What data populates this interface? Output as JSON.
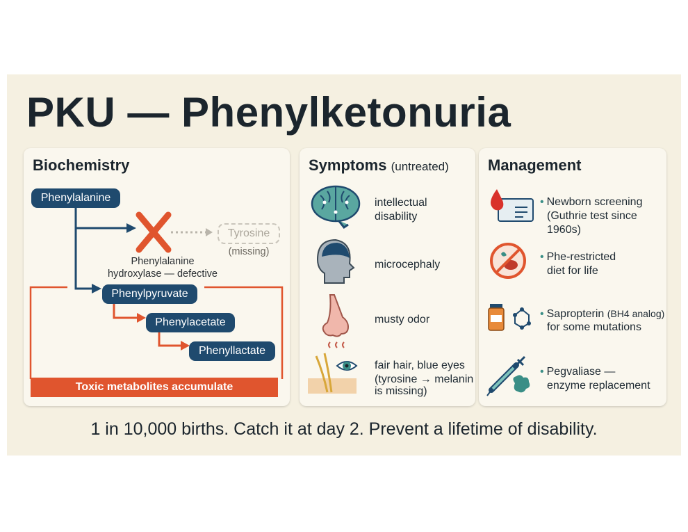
{
  "title": "PKU — Phenylketonuria",
  "biochemistry": {
    "heading": "Biochemistry",
    "phenylalanine": "Phenylalanine",
    "tyrosine": "Tyrosine",
    "missing": "(missing)",
    "enzyme_line1": "Phenylalanine",
    "enzyme_line2": "hydroxylase — defective",
    "phenylpyruvate": "Phenylpyruvate",
    "phenylacetate": "Phenylacetate",
    "phenyllactate": "Phenyllactate",
    "toxic": "Toxic metabolites accumulate"
  },
  "symptoms": {
    "heading": "Symptoms",
    "heading_sub": "(untreated)",
    "items": [
      {
        "icon": "brain-icon",
        "line1": "intellectual",
        "line2": "disability"
      },
      {
        "icon": "head-profile-icon",
        "line1": "microcephaly"
      },
      {
        "icon": "nose-icon",
        "line1": "musty odor"
      },
      {
        "icon": "eye-hair-icon",
        "line1": "fair hair, blue eyes",
        "line2": "(tyrosine → melanin",
        "line3": "is missing)"
      }
    ]
  },
  "management": {
    "heading": "Management",
    "items": [
      {
        "icon": "blood-drop-card-icon",
        "line1": "Newborn screening",
        "line2": "(Guthrie test since 1960s)"
      },
      {
        "icon": "no-protein-food-icon",
        "line1": "Phe-restricted",
        "line2": "diet for life"
      },
      {
        "icon": "medicine-molecule-icon",
        "line1": "Sapropterin",
        "line1_sub": "(BH4 analog)",
        "line2": "for some mutations"
      },
      {
        "icon": "syringe-enzyme-icon",
        "line1": "Pegvaliase —",
        "line2": "enzyme replacement"
      }
    ]
  },
  "footer": "1 in 10,000 births. Catch it at day 2. Prevent a lifetime of disability.",
  "colors": {
    "navy": "#1f4a6e",
    "orange": "#e0552e",
    "teal": "#3a8e86",
    "background": "#f5f0e1"
  }
}
